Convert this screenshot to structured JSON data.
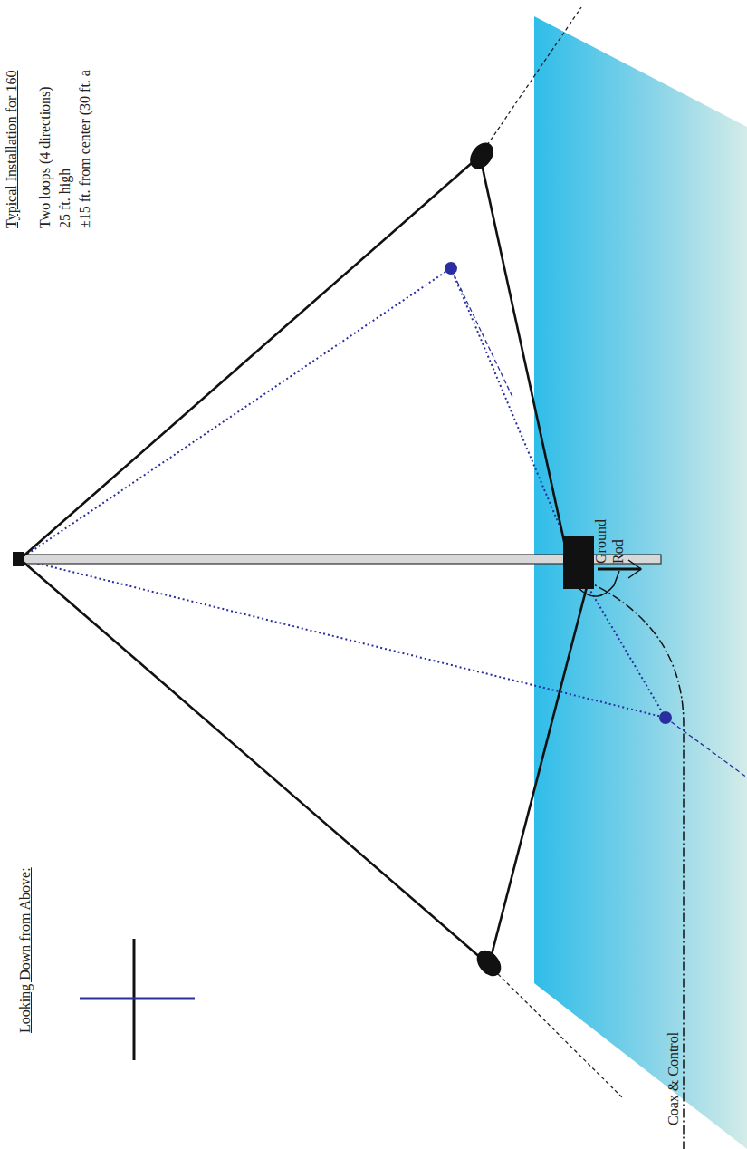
{
  "diagram": {
    "labels": [
      "Looking Down from Above:",
      "Typical Installation for 160",
      "Two loops (4 directions)",
      "25 ft. high",
      "±15 ft. from center (30 ft. a",
      "Ground Rod",
      "Coax & Control"
    ]
  }
}
